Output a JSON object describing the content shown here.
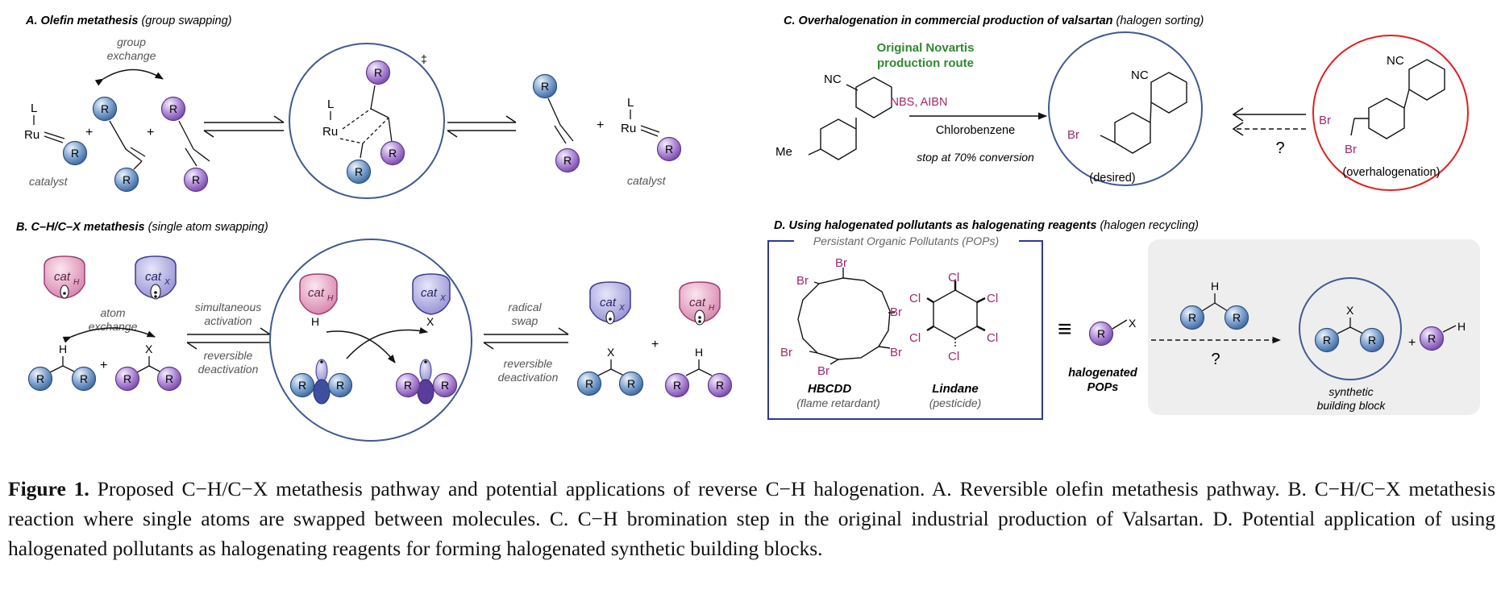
{
  "panelA": {
    "title": "A. Olefin metathesis",
    "subtitle": "(group swapping)",
    "group_exchange_1": "group",
    "group_exchange_2": "exchange",
    "catalyst_label": "catalyst",
    "catalyst_label_2": "catalyst",
    "dagger": "‡",
    "L": "L",
    "Ru": "Ru",
    "plus": "+"
  },
  "panelB": {
    "title": "B. C–H/C–X metathesis",
    "subtitle": "(single atom swapping)",
    "cat": "cat",
    "sub_H": "H",
    "sub_X": "X",
    "atom_exchange_1": "atom",
    "atom_exchange_2": "exchange",
    "simultaneous_1": "simultaneous",
    "simultaneous_2": "activation",
    "reversible_1": "reversible",
    "reversible_2": "deactivation",
    "radical_1": "radical",
    "radical_2": "swap",
    "reversible_b_1": "reversible",
    "reversible_b_2": "deactivation",
    "H": "H",
    "X": "X"
  },
  "panelC": {
    "title": "C. Overhalogenation in commercial production of valsartan",
    "subtitle": "(halogen sorting)",
    "route_1": "Original Novartis",
    "route_2": "production route",
    "reagent": "NBS, AIBN",
    "solvent": "Chlorobenzene",
    "conversion": "stop at 70% conversion",
    "desired": "(desired)",
    "overhalogenation": "(overhalogenation)",
    "question": "?",
    "NC": "NC",
    "Me": "Me",
    "Br": "Br"
  },
  "panelD": {
    "title": "D. Using halogenated pollutants as halogenating reagents",
    "subtitle": "(halogen recycling)",
    "pops_header": "Persistant Organic Pollutants (POPs)",
    "hbcdd": "HBCDD",
    "hbcdd_use": "(flame retardant)",
    "lindane": "Lindane",
    "lindane_use": "(pesticide)",
    "halogenated_1": "halogenated",
    "halogenated_2": "POPs",
    "synthetic_1": "synthetic",
    "synthetic_2": "building block",
    "question": "?",
    "equiv": "≡",
    "Br": "Br",
    "Cl": "Cl",
    "X": "X",
    "H": "H"
  },
  "caption": {
    "label": "Figure 1.",
    "text": " Proposed C−H/C−X metathesis pathway and potential applications of reverse C−H halogenation. A. Reversible olefin metathesis pathway. B. C−H/C−X metathesis reaction where single atoms are swapped between molecules. C. C−H bromination step in the original industrial production of Valsartan. D. Potential application of using halogenated pollutants as halogenating reagents for forming halogenated synthetic building blocks."
  },
  "groups": {
    "R": "R"
  },
  "colors": {
    "blue": "#4f7fb8",
    "purple": "#9466c4",
    "pink": "#d47aa6",
    "navy": "#3f5a90",
    "green": "#2f8a2f",
    "magenta": "#a0286e",
    "red": "#e02020",
    "grey_box": "#eeeeee"
  }
}
